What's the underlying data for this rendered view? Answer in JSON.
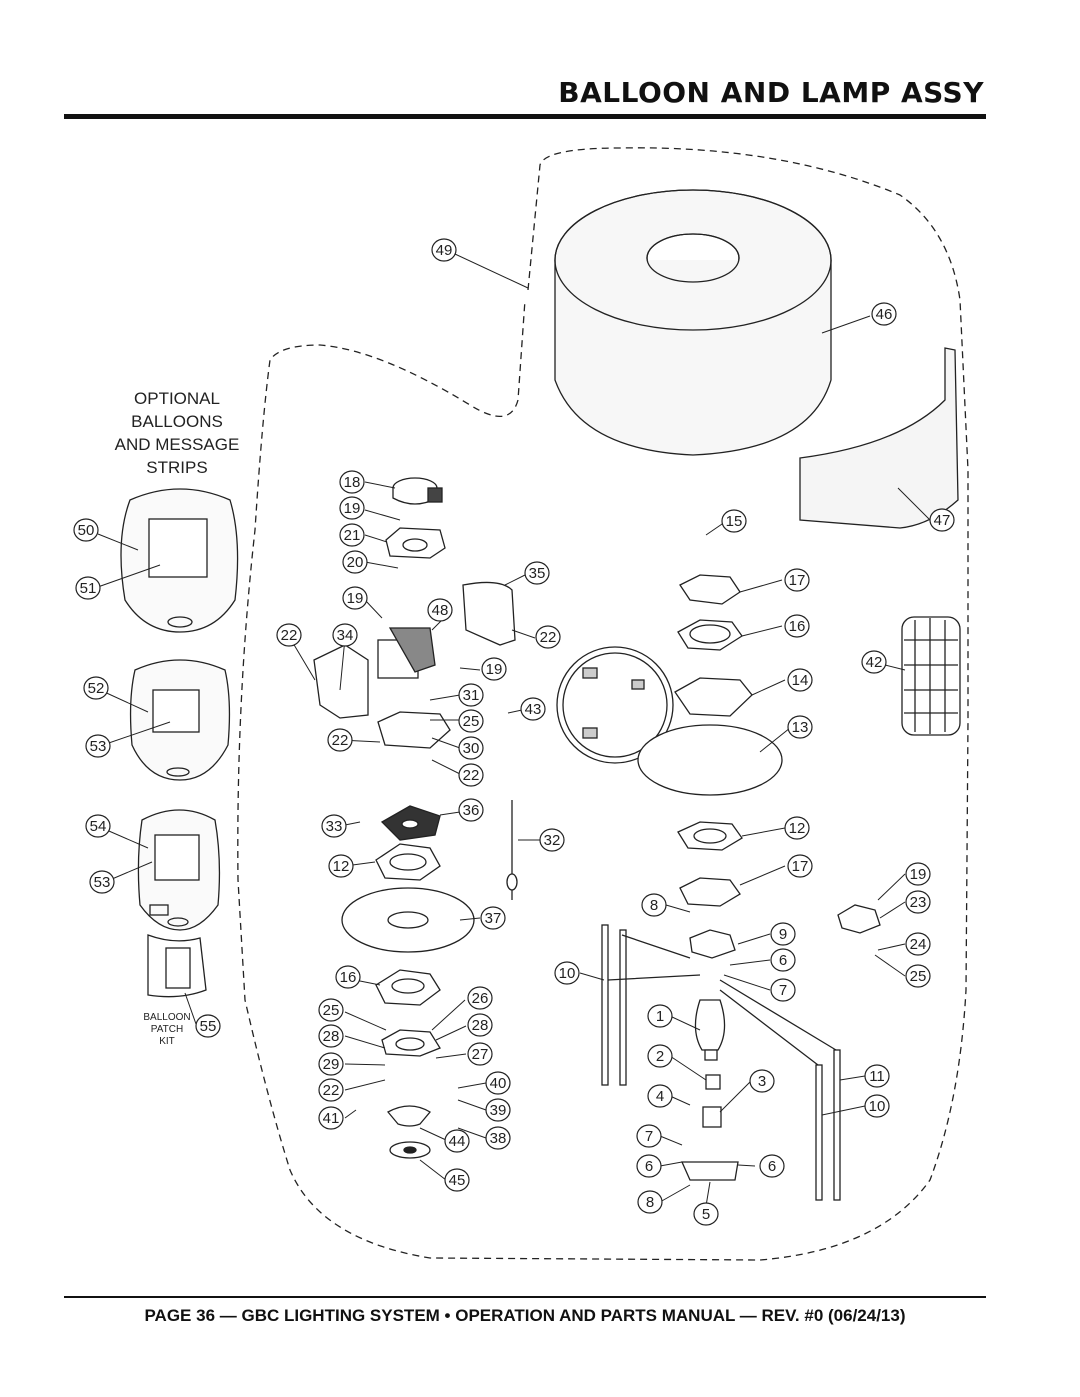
{
  "header": {
    "title": "BALLOON AND LAMP ASSY"
  },
  "footer": {
    "text": "PAGE 36 — GBC LIGHTING SYSTEM • OPERATION AND PARTS MANUAL — REV. #0 (06/24/13)"
  },
  "optional_caption": [
    "OPTIONAL",
    "BALLOONS",
    "AND MESSAGE",
    "STRIPS"
  ],
  "patch_kit_caption": [
    "BALLOON",
    "PATCH",
    "KIT"
  ],
  "callouts": {
    "c49": "49",
    "c46": "46",
    "c47": "47",
    "c42": "42",
    "c18": "18",
    "c19a": "19",
    "c21": "21",
    "c20": "20",
    "c19b": "19",
    "c48": "48",
    "c22a": "22",
    "c34": "34",
    "c35": "35",
    "c22b": "22",
    "c19c": "19",
    "c31": "31",
    "c25a": "25",
    "c43": "43",
    "c22c": "22",
    "c30": "30",
    "c22d": "22",
    "c33": "33",
    "c36": "36",
    "c32": "32",
    "c12a": "12",
    "c37": "37",
    "c16a": "16",
    "c26": "26",
    "c25b": "25",
    "c28a": "28",
    "c28b": "28",
    "c27": "27",
    "c29": "29",
    "c22e": "22",
    "c40": "40",
    "c41": "41",
    "c39": "39",
    "c44": "44",
    "c38": "38",
    "c45": "45",
    "c15": "15",
    "c17a": "17",
    "c16b": "16",
    "c14": "14",
    "c13": "13",
    "c12b": "12",
    "c17b": "17",
    "c19d": "19",
    "c23": "23",
    "c24": "24",
    "c25c": "25",
    "c8a": "8",
    "c9": "9",
    "c6a": "6",
    "c7a": "7",
    "c10a": "10",
    "c1": "1",
    "c2": "2",
    "c3": "3",
    "c4": "4",
    "c7b": "7",
    "c6b": "6",
    "c6c": "6",
    "c8b": "8",
    "c5": "5",
    "c11": "11",
    "c10b": "10",
    "c50": "50",
    "c51": "51",
    "c52": "52",
    "c53a": "53",
    "c54": "54",
    "c53b": "53",
    "c55": "55"
  }
}
